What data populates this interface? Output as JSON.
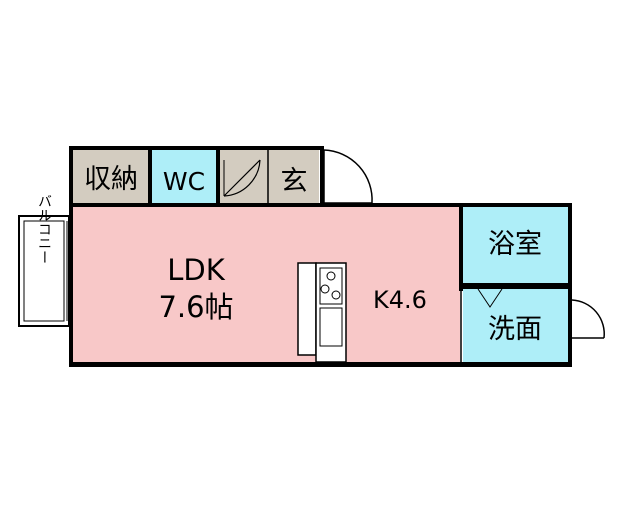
{
  "floorplan": {
    "rooms": {
      "storage": {
        "label": "収納",
        "color": "#d3ccc0"
      },
      "wc": {
        "label": "WC",
        "color": "#aeeef8"
      },
      "genkan": {
        "label": "玄",
        "color": "#d3ccc0"
      },
      "ldk": {
        "label_line1": "LDK",
        "label_line2": "7.6帖",
        "color": "#f8c8c8"
      },
      "kitchen": {
        "label": "K4.6"
      },
      "bath": {
        "label": "浴室",
        "color": "#aeeef8"
      },
      "washroom": {
        "label": "洗面",
        "color": "#aeeef8"
      },
      "balcony": {
        "label": "バルコニー",
        "color": "#ffffff"
      }
    },
    "wall_color": "#000000"
  }
}
